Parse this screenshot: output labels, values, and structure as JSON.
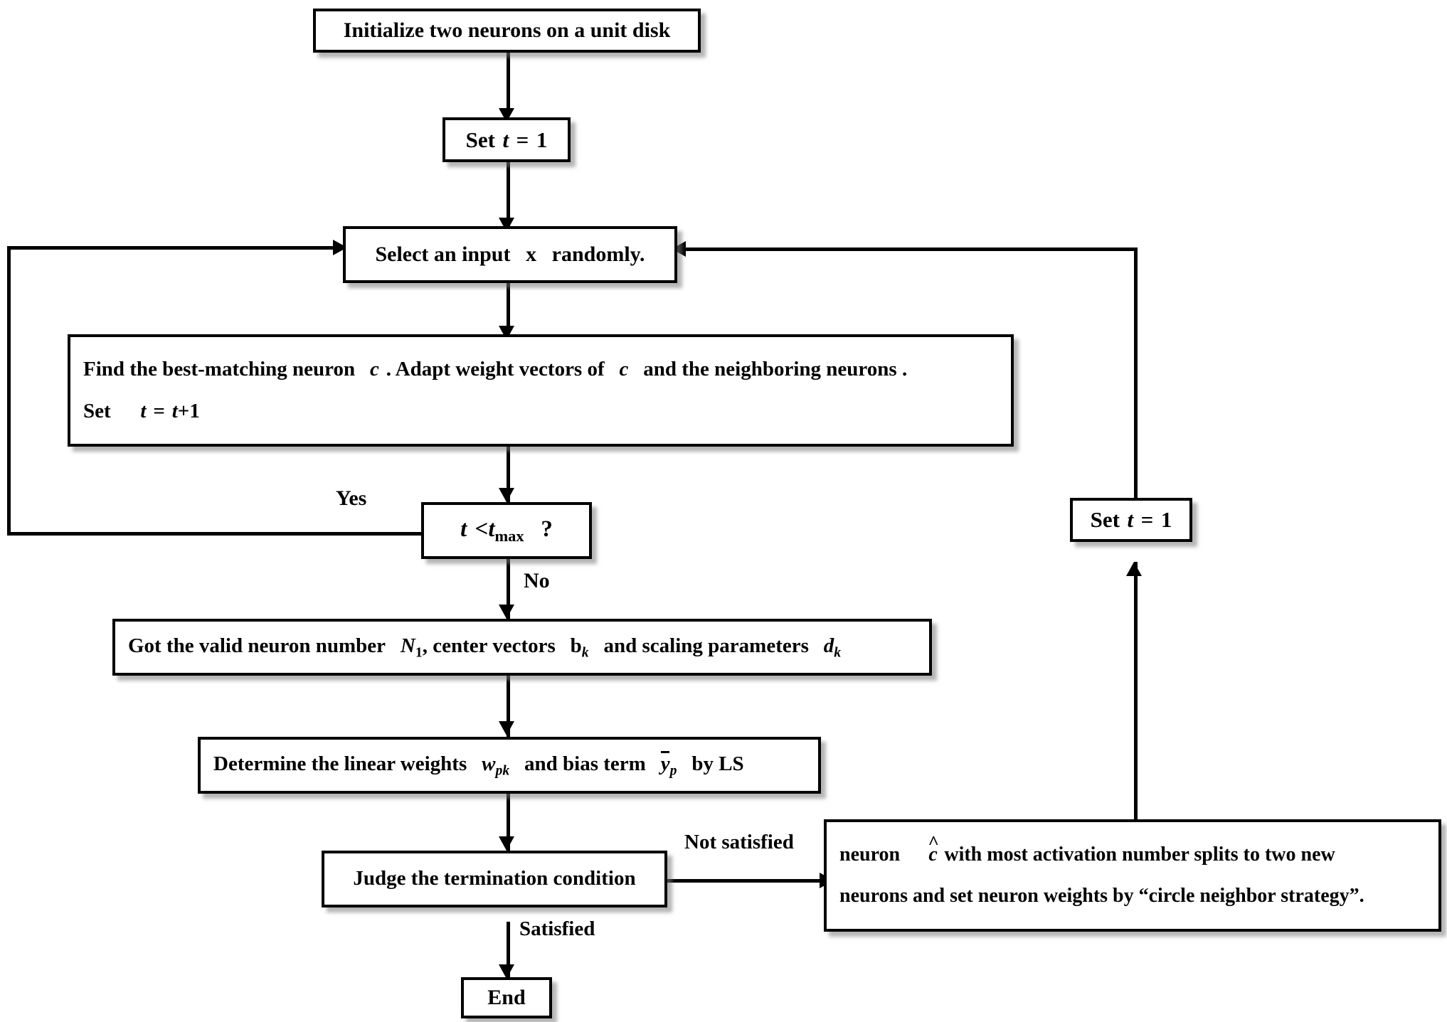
{
  "diagram": {
    "title": "RBF network construction flowchart",
    "type": "flowchart",
    "stroke_color": "#000000",
    "fill_color": "#ffffff",
    "shadow_color": "#787878"
  },
  "nodes": {
    "init": {
      "text": "Initialize two neurons on a unit disk"
    },
    "set_t_1": {
      "prefix": "Set",
      "var": "t",
      "eq": "=",
      "value": "1"
    },
    "select_input": {
      "pre": "Select an input",
      "var": "x",
      "post": "randomly."
    },
    "find_bmu": {
      "l1_a": "Find the best-matching neuron",
      "l1_var1": "c",
      "l1_b": ". Adapt weight vectors of",
      "l1_var2": "c",
      "l1_c": "and the neighboring neurons .",
      "l2_prefix": "Set",
      "l2_lhs": "t",
      "l2_eq": "=",
      "l2_rhs": "t",
      "l2_plus": "+",
      "l2_one": "1"
    },
    "decision_tmax": {
      "lhs": "t",
      "op": "<",
      "rhs": "t",
      "rhs_sub": "max",
      "q": "?"
    },
    "got_valid": {
      "a": "Got the valid neuron number",
      "n_var": "N",
      "n_sub": "1",
      "b": ", center vectors",
      "b_var": "b",
      "b_sub": "k",
      "c": "and scaling parameters",
      "d_var": "d",
      "d_sub": "k"
    },
    "determine_weights": {
      "a": "Determine the linear weights",
      "w_var": "w",
      "w_sub": "pk",
      "b": "and bias term",
      "y_var": "y",
      "y_sub": "p",
      "c": "by  LS"
    },
    "judge": {
      "text": "Judge the termination condition"
    },
    "split": {
      "l1_a": "neuron",
      "l1_var": "c",
      "l1_b": "with most activation number splits to two new",
      "l2": "neurons and set neuron weights by “circle neighbor strategy”."
    },
    "set_t_1_right": {
      "prefix": "Set",
      "var": "t",
      "eq": "=",
      "value": "1"
    },
    "end": {
      "text": "End"
    }
  },
  "edge_labels": {
    "yes": "Yes",
    "no": "No",
    "not_satisfied": "Not satisfied",
    "satisfied": "Satisfied"
  }
}
